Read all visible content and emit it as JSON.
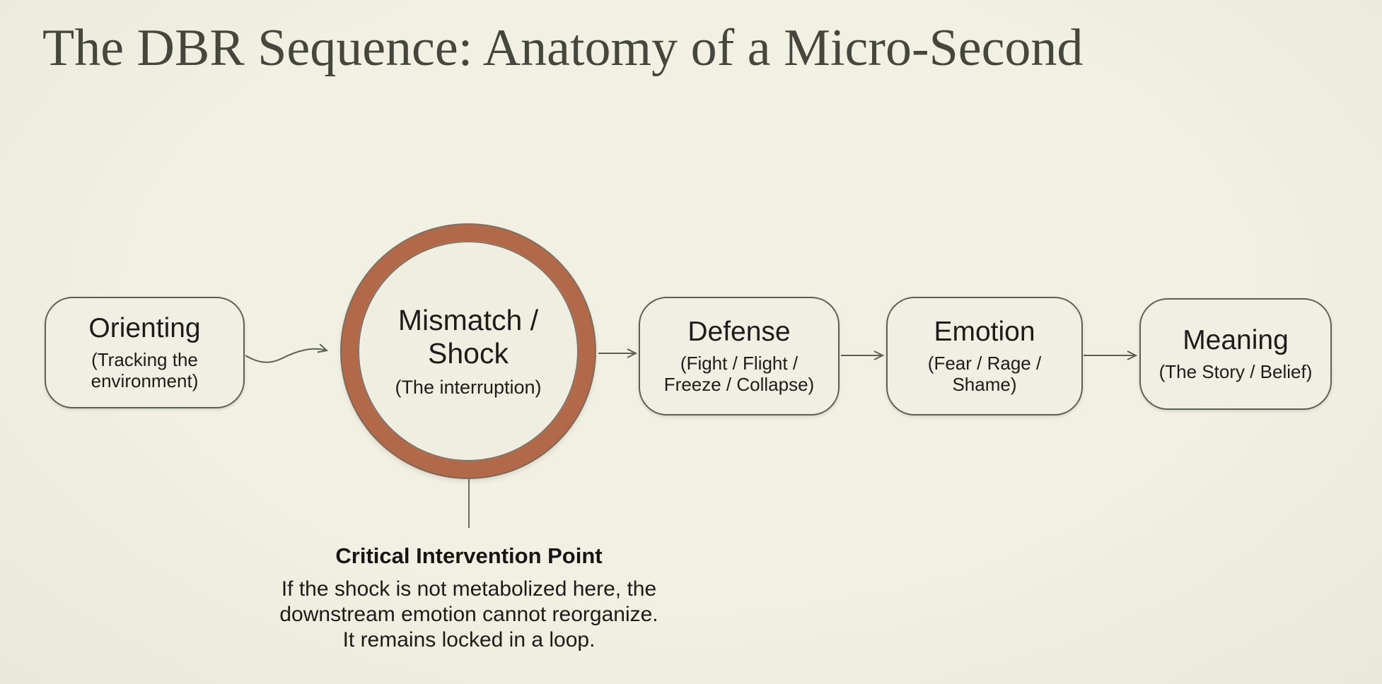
{
  "title": "The DBR Sequence: Anatomy of a Micro-Second",
  "flow": {
    "nodes": [
      {
        "id": "orienting",
        "shape": "rounded-rect",
        "label": "Orienting",
        "sub_lines": [
          "(Tracking the",
          "environment)"
        ]
      },
      {
        "id": "mismatch-shock",
        "shape": "circle",
        "label_lines": [
          "Mismatch /",
          "Shock"
        ],
        "sub": "(The interruption)"
      },
      {
        "id": "defense",
        "shape": "rounded-rect",
        "label": "Defense",
        "sub_lines": [
          "(Fight / Flight /",
          "Freeze / Collapse)"
        ]
      },
      {
        "id": "emotion",
        "shape": "rounded-rect",
        "label": "Emotion",
        "sub_lines": [
          "(Fear / Rage /",
          "Shame)"
        ]
      },
      {
        "id": "meaning",
        "shape": "rounded-rect",
        "label": "Meaning",
        "sub": "(The Story / Belief)"
      }
    ],
    "edges": [
      {
        "from": "orienting",
        "to": "mismatch-shock",
        "style": "wavy-arrow"
      },
      {
        "from": "mismatch-shock",
        "to": "defense",
        "style": "straight-arrow"
      },
      {
        "from": "defense",
        "to": "emotion",
        "style": "straight-arrow"
      },
      {
        "from": "emotion",
        "to": "meaning",
        "style": "straight-arrow"
      },
      {
        "from": "mismatch-shock",
        "to": "annotation",
        "style": "plain-line"
      }
    ]
  },
  "annotation": {
    "heading": "Critical Intervention Point",
    "body_lines": [
      "If the shock is not metabolized here, the",
      "downstream emotion cannot reorganize.",
      "It remains locked in a loop."
    ]
  },
  "colors": {
    "background": "#f0eee1",
    "title_text": "#45463d",
    "body_text": "#1c1c1a",
    "node_border": "#5c5f54",
    "node_fill": "#f1efe3",
    "connector": "#5c5f54",
    "accent_ring": "#b2694a"
  }
}
